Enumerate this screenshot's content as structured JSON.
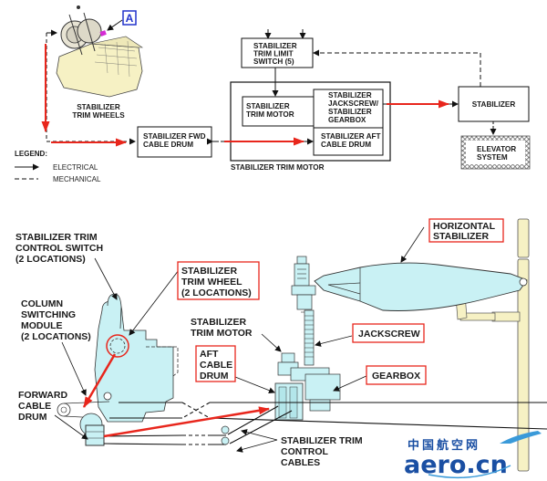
{
  "top_diagram": {
    "trim_wheels_label": [
      "STABILIZER",
      "TRIM WHEELS"
    ],
    "detail_marker": "A",
    "boxes": {
      "limit_switch": [
        "STABILIZER",
        "TRIM LIMIT",
        "SWITCH (5)"
      ],
      "trim_motor": [
        "STABILIZER",
        "TRIM MOTOR"
      ],
      "jackscrew_gearbox": [
        "STABILIZER",
        "JACKSCREW/",
        "STABILIZER",
        "GEARBOX"
      ],
      "aft_cable_drum": [
        "STABILIZER AFT",
        "CABLE DRUM"
      ],
      "fwd_cable_drum": [
        "STABILIZER FWD",
        "CABLE DRUM"
      ],
      "stabilizer": [
        "STABILIZER"
      ],
      "elevator_system": [
        "ELEVATOR",
        "SYSTEM"
      ]
    },
    "motor_group_label": "STABILIZER TRIM MOTOR",
    "legend": {
      "title": "LEGEND:",
      "items": [
        {
          "line": "solid-arrow",
          "label": "ELECTRICAL"
        },
        {
          "line": "dashed",
          "label": "MECHANICAL"
        }
      ]
    }
  },
  "bottom_diagram": {
    "callouts": {
      "trim_control_switch": [
        "STABILIZER TRIM",
        "CONTROL SWITCH",
        "(2 LOCATIONS)"
      ],
      "trim_wheel": [
        "STABILIZER",
        "TRIM WHEEL",
        "(2 LOCATIONS)"
      ],
      "column_switching_module": [
        "COLUMN",
        "SWITCHING",
        "MODULE",
        "(2 LOCATIONS)"
      ],
      "trim_motor": [
        "STABILIZER",
        "TRIM MOTOR"
      ],
      "aft_cable_drum": [
        "AFT",
        "CABLE",
        "DRUM"
      ],
      "forward_cable_drum": [
        "FORWARD",
        "CABLE",
        "DRUM"
      ],
      "horizontal_stabilizer": [
        "HORIZONTAL",
        "STABILIZER"
      ],
      "jackscrew": [
        "JACKSCREW"
      ],
      "gearbox": [
        "GEARBOX"
      ],
      "control_cables": [
        "STABILIZER TRIM",
        "CONTROL",
        "CABLES"
      ]
    }
  },
  "watermark": {
    "chinese": "中国航空网",
    "latin": "aero.cn"
  },
  "colors": {
    "highlight_red": "#e8261c",
    "component_fill": "#c9f1f4",
    "structure_fill": "#f6f1c4",
    "marker_blue": "#2233cc",
    "watermark_blue": "#1a4fa3"
  }
}
